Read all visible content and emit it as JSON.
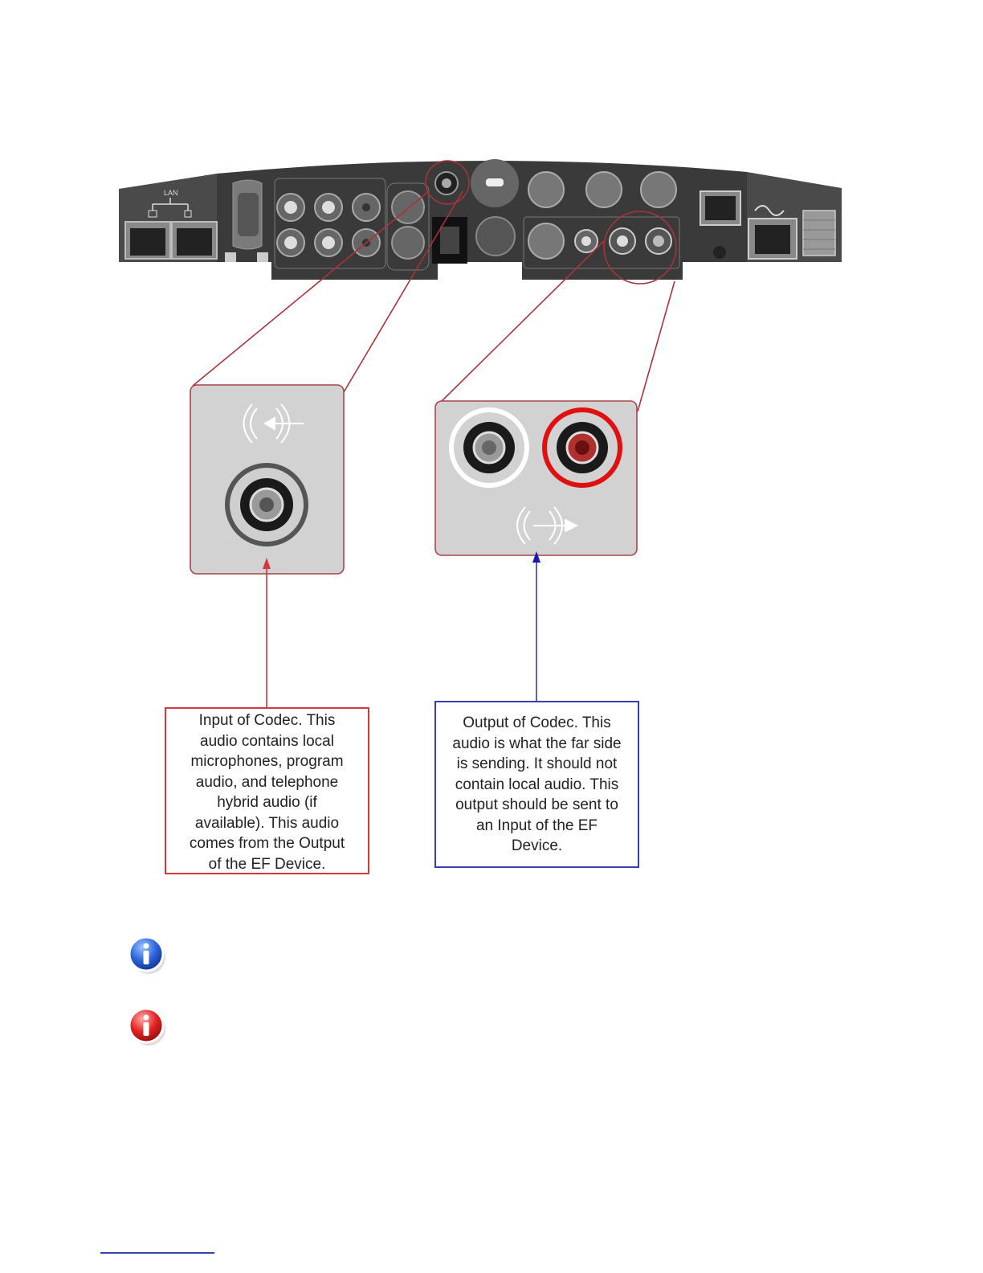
{
  "callouts": {
    "input": "Input of Codec.  This\naudio contains local\nmicrophones, program\naudio, and telephone\nhybrid audio (if\navailable).  This audio\ncomes from the Output\nof the EF Device.",
    "output": "Output of Codec.  This\naudio is what the far side\nis sending.  It should not\ncontain local audio.  This\noutput should be sent to\nan Input of the EF\nDevice."
  },
  "colors": {
    "input_accent": "#d4373c",
    "output_accent": "#3b3bb3",
    "panel_body": "#3a3a3a",
    "zoom_box_fill": "#d2d2d2",
    "zoom_box_border": "#a8454a"
  },
  "icons": [
    "lan-icon",
    "audio-in-icon",
    "audio-out-icon",
    "info-icon-blue",
    "info-icon-red",
    "power-icon",
    "telephone-icon"
  ]
}
